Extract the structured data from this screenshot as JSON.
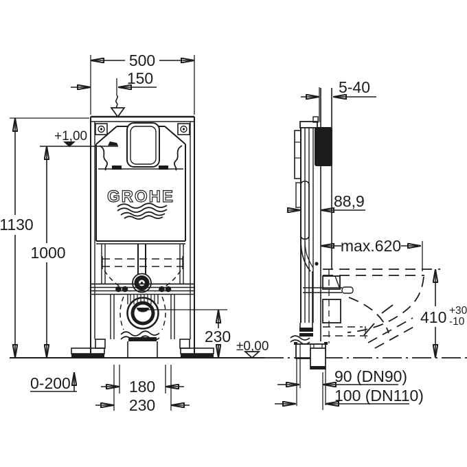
{
  "brand_logo": "GROHE",
  "front_view": {
    "frame_width": "500",
    "water_supply_offset": "150",
    "frame_height": "1130",
    "actuation_level": "1000",
    "upper_level_mark": "+1,00",
    "floor_level_mark": "±0,00",
    "foot_adjustment_range": "0-200",
    "outlet_center_height": "230",
    "fixing_spacing_inner": "180",
    "fixing_spacing_outer": "230"
  },
  "side_view": {
    "finished_wall_thickness": "5-40",
    "frame_depth": "88,9",
    "max_installation_depth": "max.620",
    "bowl_rim_height": "410",
    "bowl_rim_tolerance_plus": "+30",
    "bowl_rim_tolerance_minus": "-10",
    "drain_dn90_label": "90 (DN90)",
    "drain_dn110_label": "100 (DN110)"
  }
}
